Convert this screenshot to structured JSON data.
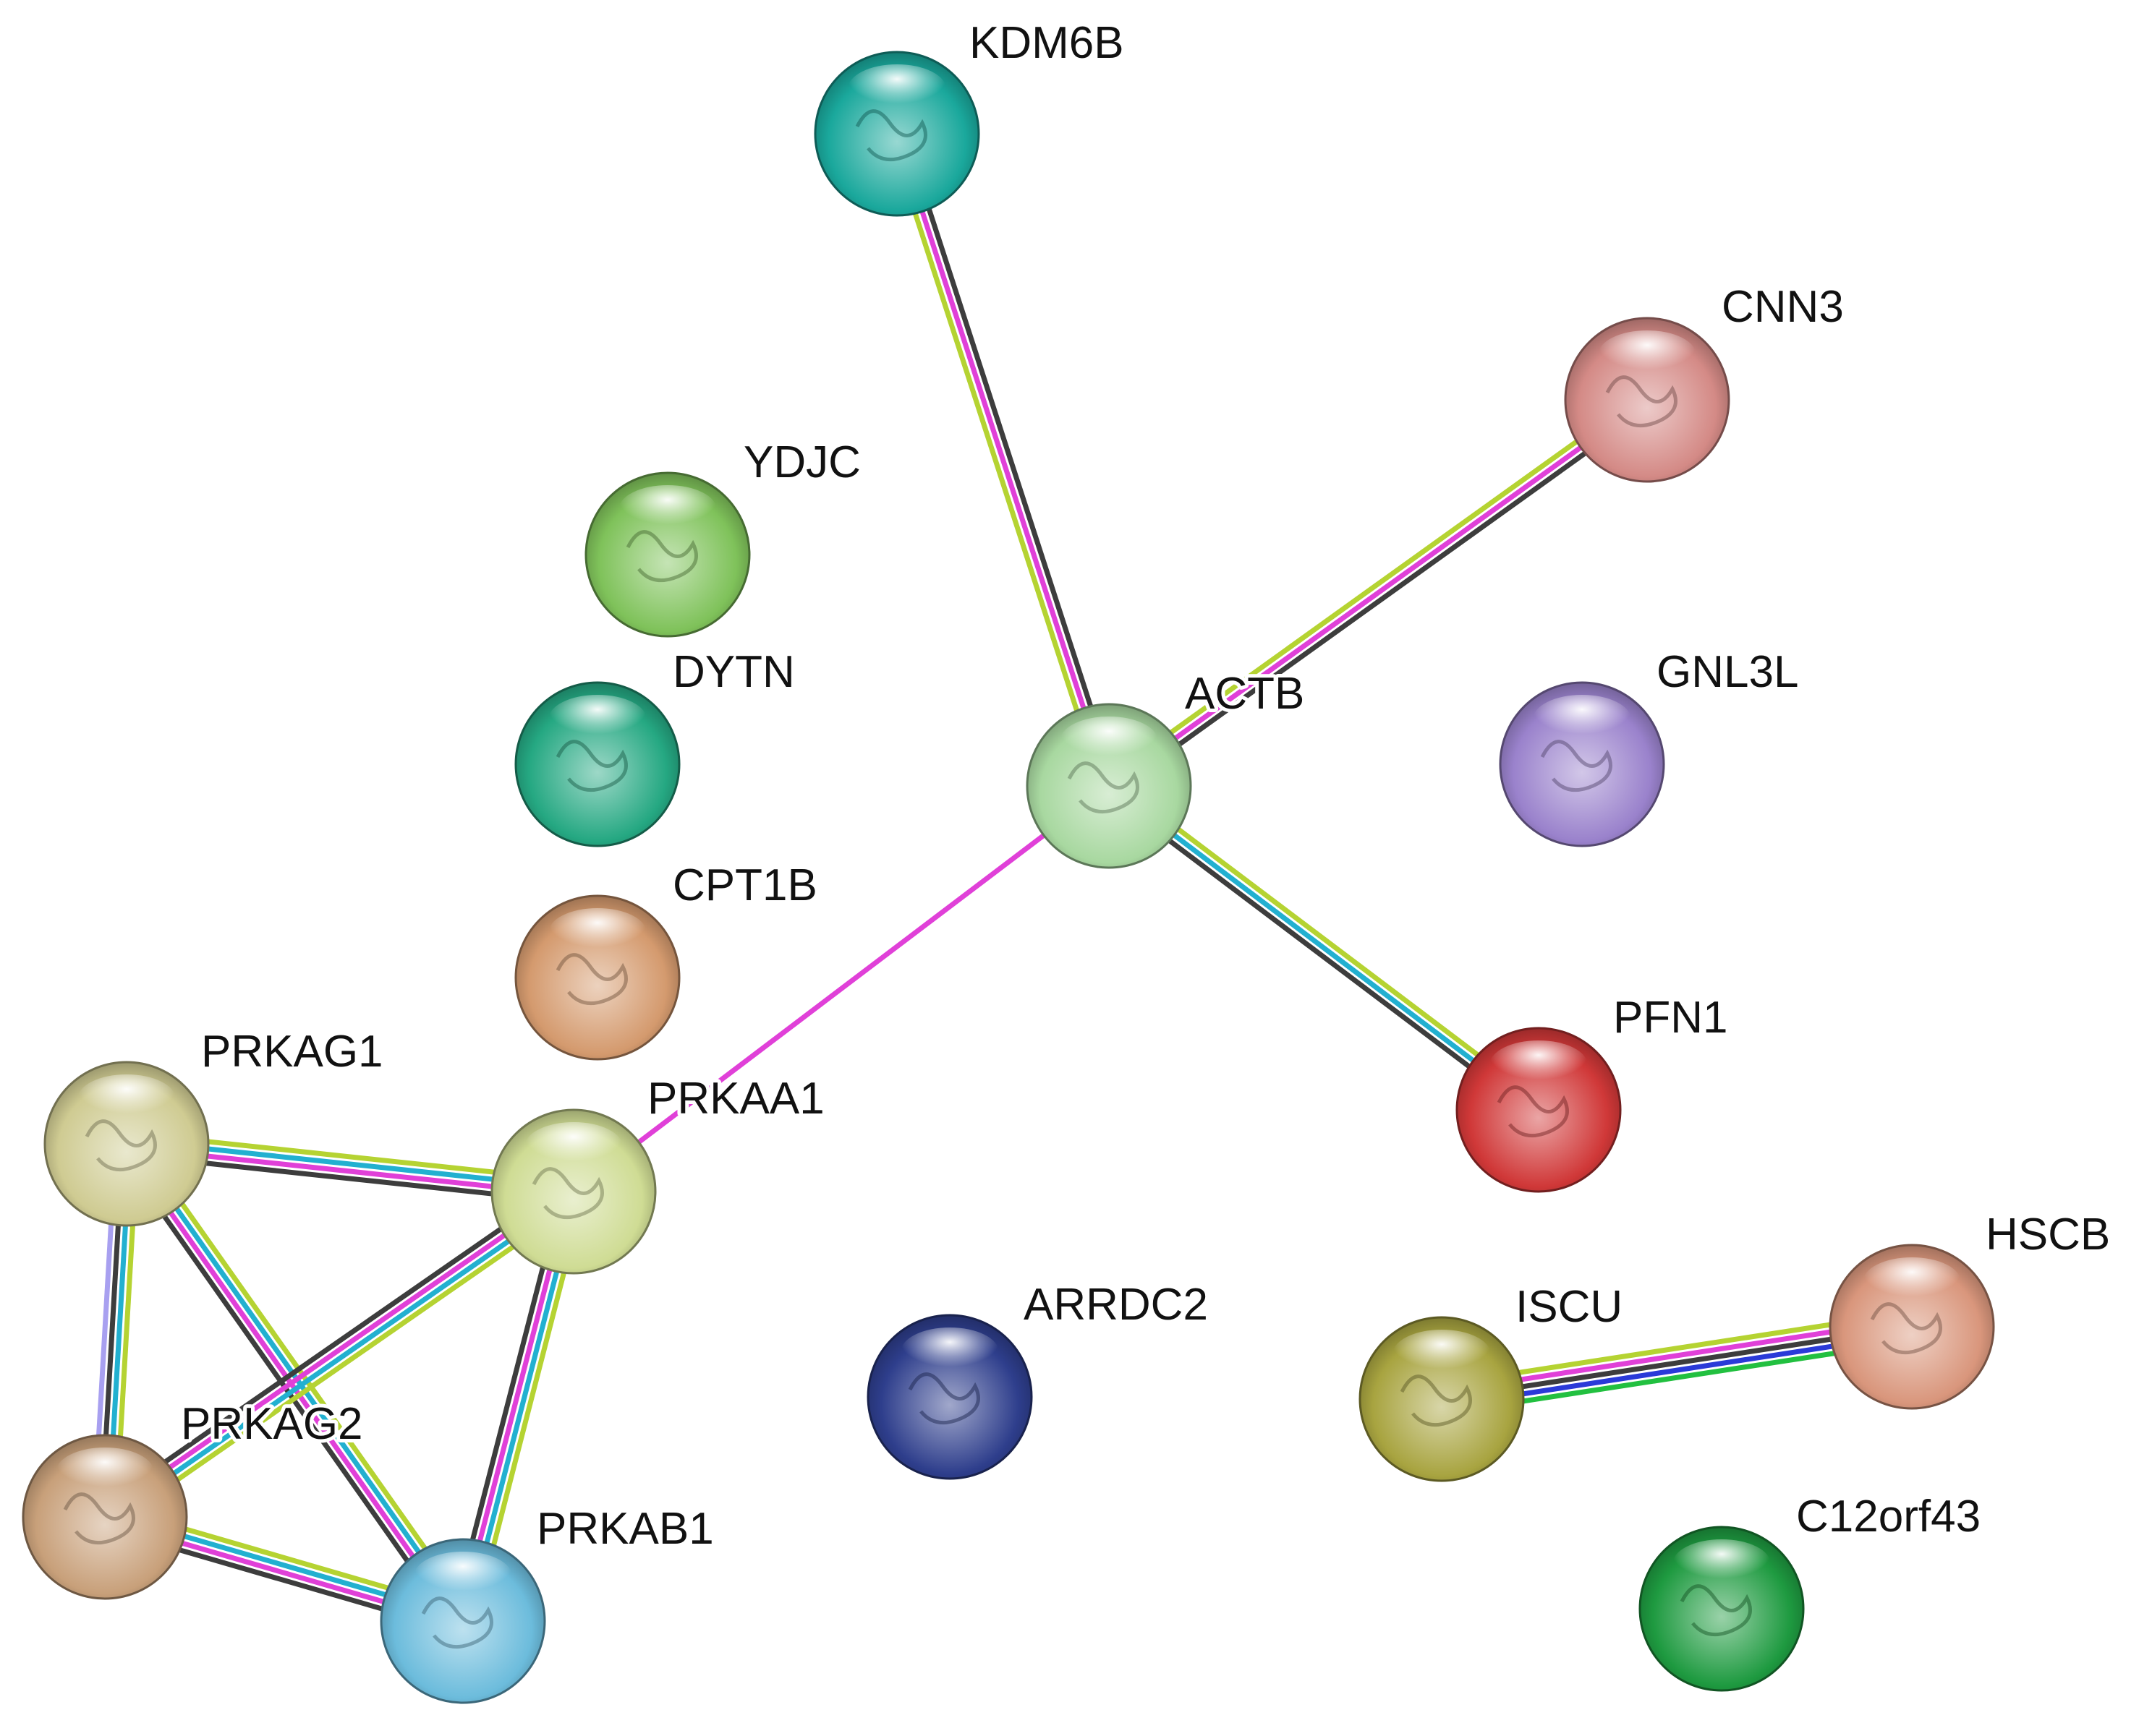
{
  "network": {
    "nodes": [
      {
        "id": "KDM6B",
        "label": "KDM6B",
        "color": "#1aa89c"
      },
      {
        "id": "CNN3",
        "label": "CNN3",
        "color": "#d48a86"
      },
      {
        "id": "YDJC",
        "label": "YDJC",
        "color": "#7fc25a"
      },
      {
        "id": "DYTN",
        "label": "DYTN",
        "color": "#25a882"
      },
      {
        "id": "ACTB",
        "label": "ACTB",
        "color": "#a8d8a0"
      },
      {
        "id": "GNL3L",
        "label": "GNL3L",
        "color": "#9a82cc"
      },
      {
        "id": "CPT1B",
        "label": "CPT1B",
        "color": "#d49a6e"
      },
      {
        "id": "PFN1",
        "label": "PFN1",
        "color": "#d03838"
      },
      {
        "id": "PRKAG1",
        "label": "PRKAG1",
        "color": "#cfcb92"
      },
      {
        "id": "PRKAA1",
        "label": "PRKAA1",
        "color": "#cfdc94"
      },
      {
        "id": "ARRDC2",
        "label": "ARRDC2",
        "color": "#2e3e8c"
      },
      {
        "id": "ISCU",
        "label": "ISCU",
        "color": "#a8a440"
      },
      {
        "id": "HSCB",
        "label": "HSCB",
        "color": "#d9967c"
      },
      {
        "id": "PRKAG2",
        "label": "PRKAG2",
        "color": "#c8a07a"
      },
      {
        "id": "PRKAB1",
        "label": "PRKAB1",
        "color": "#6cbcdc"
      },
      {
        "id": "C12orf43",
        "label": "C12orf43",
        "color": "#1e9a40"
      }
    ],
    "edges": [
      {
        "source": "ACTB",
        "target": "KDM6B",
        "colors": [
          "#b5d332",
          "#e040d8",
          "#3d3d3d"
        ]
      },
      {
        "source": "ACTB",
        "target": "CNN3",
        "colors": [
          "#b5d332",
          "#e040d8",
          "#3d3d3d"
        ]
      },
      {
        "source": "ACTB",
        "target": "PFN1",
        "colors": [
          "#b5d332",
          "#22b0d0",
          "#3d3d3d"
        ]
      },
      {
        "source": "ACTB",
        "target": "PRKAA1",
        "colors": [
          "#e040d8"
        ]
      },
      {
        "source": "PRKAG1",
        "target": "PRKAA1",
        "colors": [
          "#b5d332",
          "#22b0d0",
          "#e040d8",
          "#3d3d3d"
        ]
      },
      {
        "source": "PRKAG1",
        "target": "PRKAG2",
        "colors": [
          "#b5d332",
          "#22b0d0",
          "#3d3d3d",
          "#a8a0f0"
        ]
      },
      {
        "source": "PRKAG1",
        "target": "PRKAB1",
        "colors": [
          "#b5d332",
          "#22b0d0",
          "#e040d8",
          "#3d3d3d"
        ]
      },
      {
        "source": "PRKAA1",
        "target": "PRKAG2",
        "colors": [
          "#b5d332",
          "#22b0d0",
          "#e040d8",
          "#3d3d3d"
        ]
      },
      {
        "source": "PRKAA1",
        "target": "PRKAB1",
        "colors": [
          "#b5d332",
          "#22b0d0",
          "#e040d8",
          "#3d3d3d"
        ]
      },
      {
        "source": "PRKAG2",
        "target": "PRKAB1",
        "colors": [
          "#b5d332",
          "#22b0d0",
          "#e040d8",
          "#3d3d3d"
        ]
      },
      {
        "source": "ISCU",
        "target": "HSCB",
        "colors": [
          "#b5d332",
          "#e040d8",
          "#3d3d3d",
          "#2a3ad8",
          "#22c040"
        ]
      }
    ]
  }
}
